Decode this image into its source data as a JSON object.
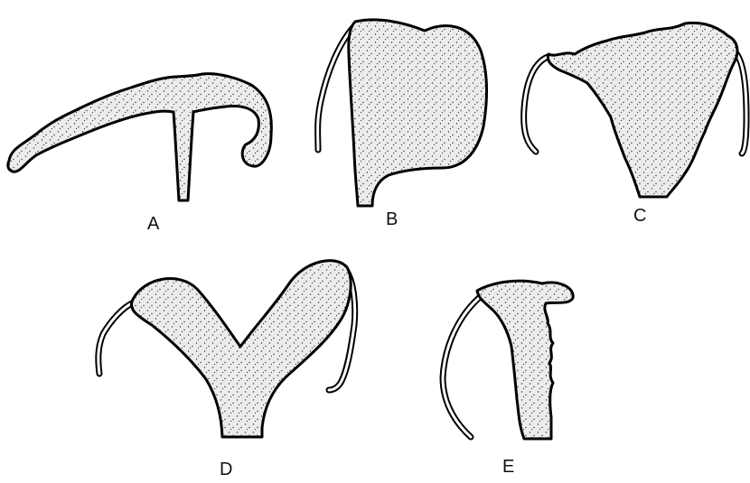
{
  "panels": [
    {
      "id": "A",
      "label": "A"
    },
    {
      "id": "B",
      "label": "B"
    },
    {
      "id": "C",
      "label": "C"
    },
    {
      "id": "D",
      "label": "D"
    },
    {
      "id": "E",
      "label": "E"
    }
  ],
  "colors": {
    "ink": "#000000",
    "stipple_fill": "#e9e9e9",
    "background": "#ffffff"
  }
}
